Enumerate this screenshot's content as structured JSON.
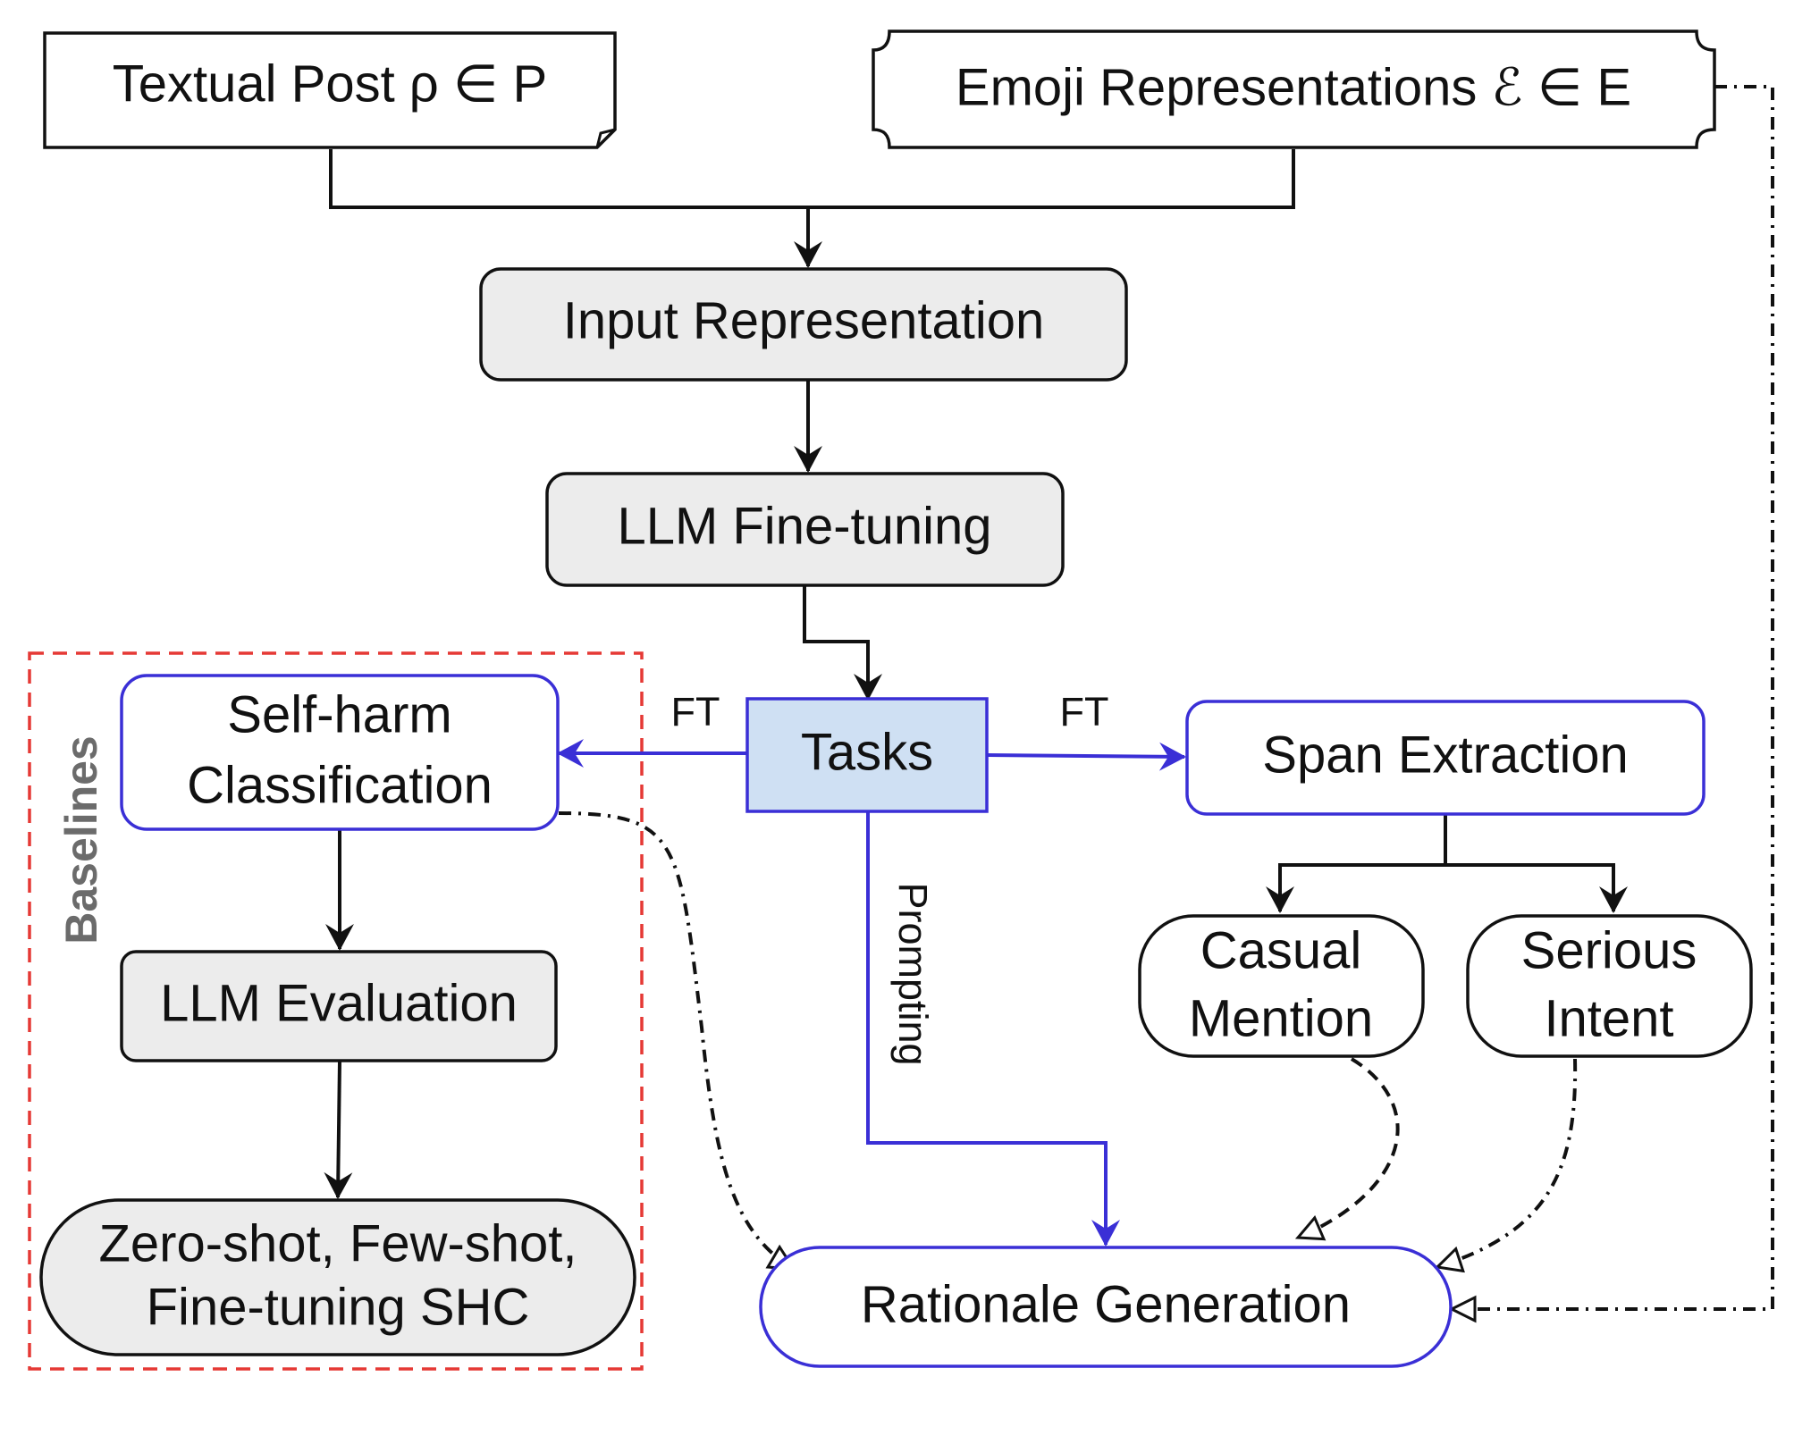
{
  "nodes": {
    "textual_post": "Textual Post ρ ∈ P",
    "emoji_representations": "Emoji Representations ℰ ∈ E",
    "input_representation": "Input Representation",
    "llm_finetuning": "LLM Fine-tuning",
    "tasks": "Tasks",
    "selfharm_line1": "Self-harm",
    "selfharm_line2": "Classification",
    "span_extraction": "Span Extraction",
    "casual_line1": "Casual",
    "casual_line2": "Mention",
    "serious_line1": "Serious",
    "serious_line2": "Intent",
    "llm_evaluation": "LLM Evaluation",
    "zeroshot_line1": "Zero-shot, Few-shot,",
    "zeroshot_line2": "Fine-tuning SHC",
    "rationale_generation": "Rationale Generation"
  },
  "edge_labels": {
    "ft_left": "FT",
    "ft_right": "FT",
    "prompting": "Prompting"
  },
  "groups": {
    "baselines": "Baselines"
  },
  "colors": {
    "black": "#111111",
    "blue": "#3a2fd6",
    "red_dashed": "#e53935",
    "gray_fill": "#ececec",
    "tasks_fill": "#cfe0f3",
    "baseline_text": "#6b6b6b"
  }
}
